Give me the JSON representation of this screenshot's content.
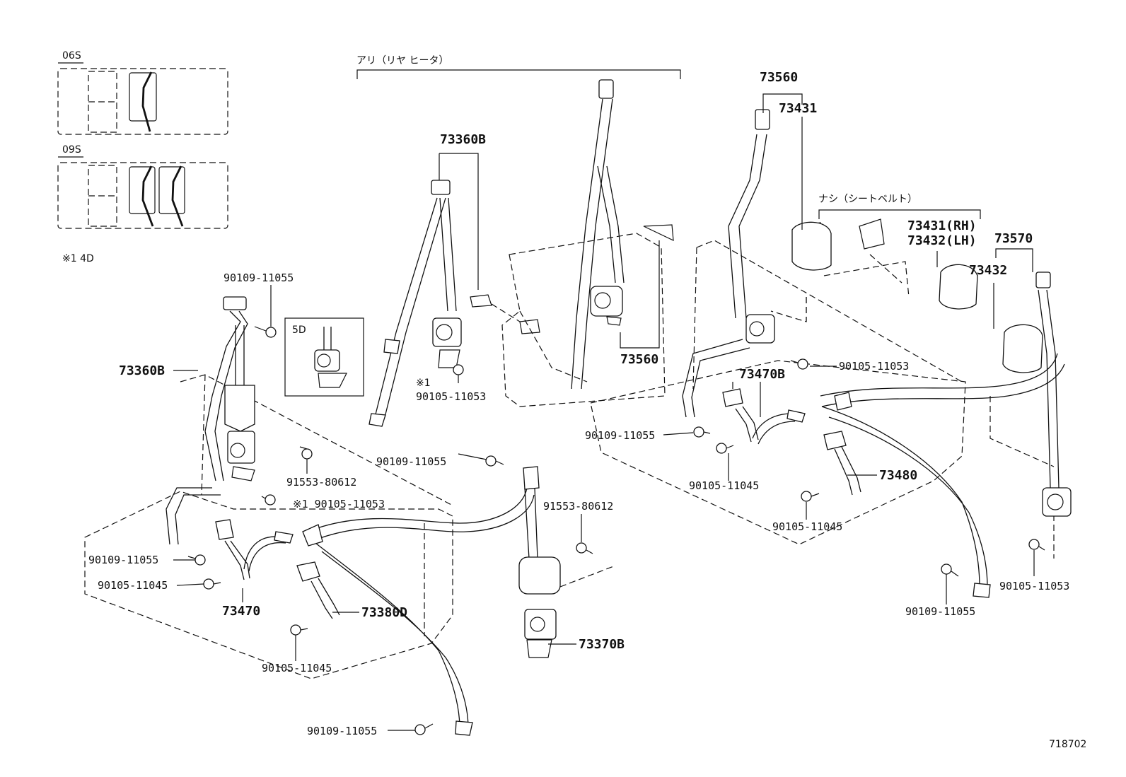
{
  "diagram_id": "718702",
  "insets": {
    "top": {
      "label": "06S"
    },
    "bottom": {
      "label": "09S"
    }
  },
  "note_4d": "※1  4D",
  "inset_5d": "5D",
  "brackets": {
    "heater": "アリ（リヤ  ヒータ）",
    "no_belt": "ナシ（シートベルト）"
  },
  "labels": {
    "p73360b_top": "73360B",
    "p73360b_left": "73360B",
    "p73560_mid": "73560",
    "p73560_top": "73560",
    "p73431_top": "73431",
    "p73431_rh": "73431(RH)",
    "p73432_lh": "73432(LH)",
    "p73570": "73570",
    "p73432": "73432",
    "p73470b": "73470B",
    "p73480": "73480",
    "p73470": "73470",
    "p73380d": "73380D",
    "p73370b": "73370B",
    "b90109_a": "90109-11055",
    "b90105_a": "90105-11053",
    "note1_a": "※1",
    "b91553_a": "91553-80612",
    "b90105_b": "※1 90105-11053",
    "b90109_b": "90109-11055",
    "b91553_b": "91553-80612",
    "b90109_c": "90109-11055",
    "b90105_c": "90105-11045",
    "b90105_d": "90105-11045",
    "b90109_d": "90109-11055",
    "b90109_e": "90109-11055",
    "b90105_e": "90105-11045",
    "b90105_f": "90105-11053",
    "b90105_g": "90105-11045",
    "b90109_f": "90109-11055",
    "b90105_h": "90105-11053"
  }
}
